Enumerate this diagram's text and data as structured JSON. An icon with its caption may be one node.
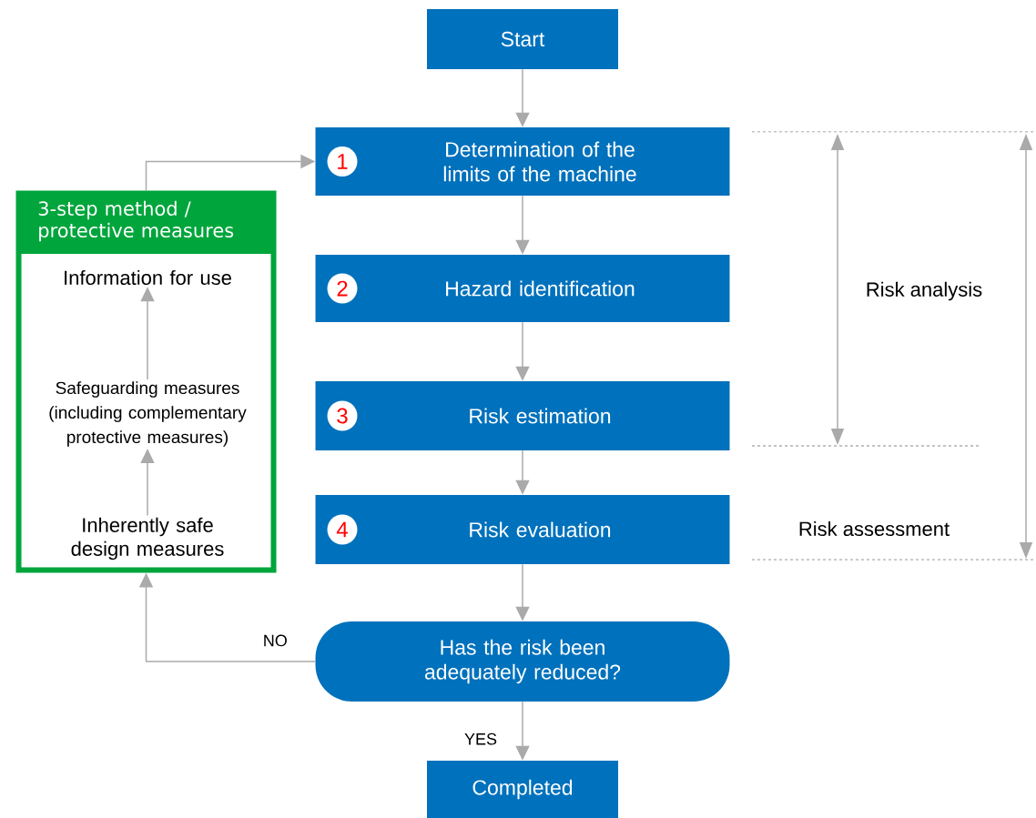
{
  "diagram": {
    "nodes": [
      {
        "text": [
          "Start"
        ]
      },
      {
        "text": [
          "1",
          "Determination of the limits of the machine"
        ]
      },
      {
        "text": [
          "2",
          "Hazard identification"
        ]
      },
      {
        "text": [
          "3",
          "Risk estimation"
        ]
      },
      {
        "text": [
          "4",
          "Risk evaluation"
        ]
      },
      {
        "text": [
          "Has the risk been adequately reduced?"
        ]
      },
      {
        "text": [
          "Completed"
        ]
      },
      {
        "text": [
          "3-step method / protective measures"
        ]
      },
      {
        "text": [
          "Information for use"
        ],
        "in": 7
      },
      {
        "text": [
          "Safeguarding measures (including complementary protective measures)"
        ],
        "in": 7
      },
      {
        "text": [
          "Inherently safe design measures"
        ],
        "in": 7
      }
    ],
    "edges": [
      {
        "from": 0,
        "to": 1,
        "arrow": "to"
      },
      {
        "from": 1,
        "to": 2,
        "arrow": "to"
      },
      {
        "from": 2,
        "to": 3,
        "arrow": "to"
      },
      {
        "from": 3,
        "to": 4,
        "arrow": "to"
      },
      {
        "from": 4,
        "to": 5,
        "arrow": "to"
      },
      {
        "from": 5,
        "to": 7,
        "arrow": "to",
        "label": "NO"
      },
      {
        "from": 5,
        "to": 6,
        "arrow": "to",
        "label": "YES"
      },
      {
        "from": 7,
        "to": 1,
        "arrow": "to"
      },
      {
        "from": 10,
        "to": 9,
        "arrow": "to"
      },
      {
        "from": 9,
        "to": 8,
        "arrow": "to"
      }
    ],
    "labels": [
      "Risk analysis",
      "Risk assessment"
    ]
  }
}
